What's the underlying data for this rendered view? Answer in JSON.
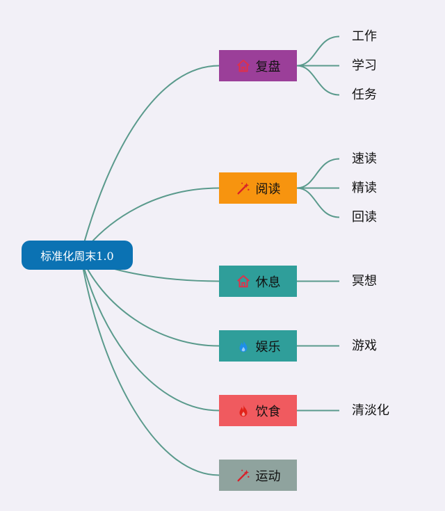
{
  "root": {
    "label": "标准化周末1.0"
  },
  "branches": [
    {
      "label": "复盘",
      "color": "#9b3f99",
      "icon": "home-icon",
      "icon_color": "#e0304a",
      "leaves": [
        "工作",
        "学习",
        "任务"
      ]
    },
    {
      "label": "阅读",
      "color": "#f7940f",
      "icon": "magic-wand-icon",
      "icon_color": "#d8202a",
      "leaves": [
        "速读",
        "精读",
        "回读"
      ]
    },
    {
      "label": "休息",
      "color": "#2f9e9a",
      "icon": "home-icon",
      "icon_color": "#e0304a",
      "leaves": [
        "冥想"
      ]
    },
    {
      "label": "娱乐",
      "color": "#2f9e9a",
      "icon": "flame-icon",
      "icon_color": "#1e8fe8",
      "leaves": [
        "游戏"
      ]
    },
    {
      "label": "饮食",
      "color": "#f05a5f",
      "icon": "flame-icon",
      "icon_color": "#e2231a",
      "leaves": [
        "清淡化"
      ]
    },
    {
      "label": "运动",
      "color": "#8fa39e",
      "icon": "magic-wand-icon",
      "icon_color": "#d8202a",
      "leaves": []
    }
  ],
  "connector_color": "#5a9a8c"
}
